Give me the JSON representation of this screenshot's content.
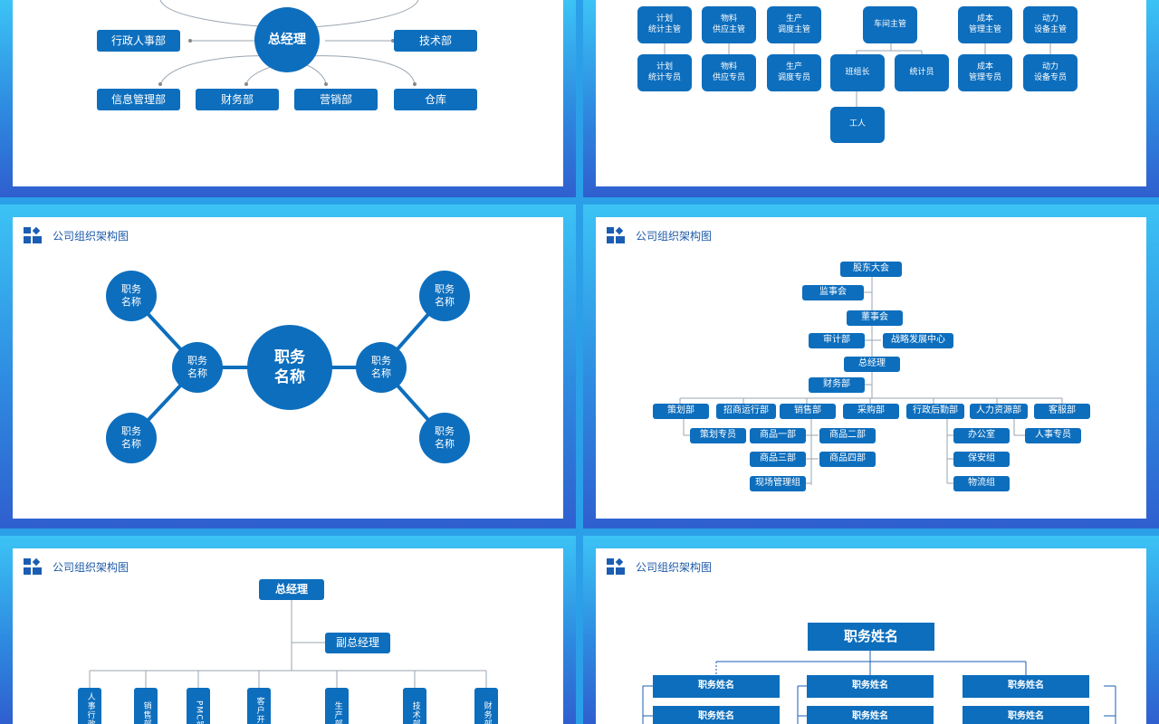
{
  "header_title": "公司组织架构图",
  "colors": {
    "box": "#0d6ebd",
    "accent": "#1b5db3",
    "line": "#9aa5b1"
  },
  "slide1": {
    "center": "总经理",
    "left": "行政人事部",
    "right": "技术部",
    "bottom": [
      "信息管理部",
      "财务部",
      "营销部",
      "仓库"
    ]
  },
  "slide2": {
    "row1": [
      "计划\n统计主管",
      "物料\n供应主管",
      "生产\n调度主管",
      "车间主管",
      "成本\n管理主管",
      "动力\n设备主管"
    ],
    "row2": [
      "计划\n统计专员",
      "物料\n供应专员",
      "生产\n调度专员",
      "班组长",
      "统计员",
      "成本\n管理专员",
      "动力\n设备专员"
    ],
    "worker": "工人"
  },
  "slide3": {
    "center": "职务\n名称",
    "node": "职务\n名称"
  },
  "slide4": {
    "top": [
      "股东大会",
      "监事会",
      "董事会",
      "审计部",
      "战略发展中心",
      "总经理",
      "财务部"
    ],
    "depts": [
      "策划部",
      "招商运行部",
      "销售部",
      "采购部",
      "行政后勤部",
      "人力资源部",
      "客服部"
    ],
    "subs": [
      "策划专员",
      "商品一部",
      "商品二部",
      "商品三部",
      "商品四部",
      "现场管理组",
      "办公室",
      "人事专员",
      "保安组",
      "物流组"
    ]
  },
  "slide5": {
    "top": "总经理",
    "vice": "副总经理",
    "depts": [
      "人事行政部",
      "销售部",
      "PMC部",
      "客户开拓",
      "生产部",
      "技术部",
      "财务部"
    ]
  },
  "slide6": {
    "top": "职务姓名",
    "node": "职务姓名"
  }
}
